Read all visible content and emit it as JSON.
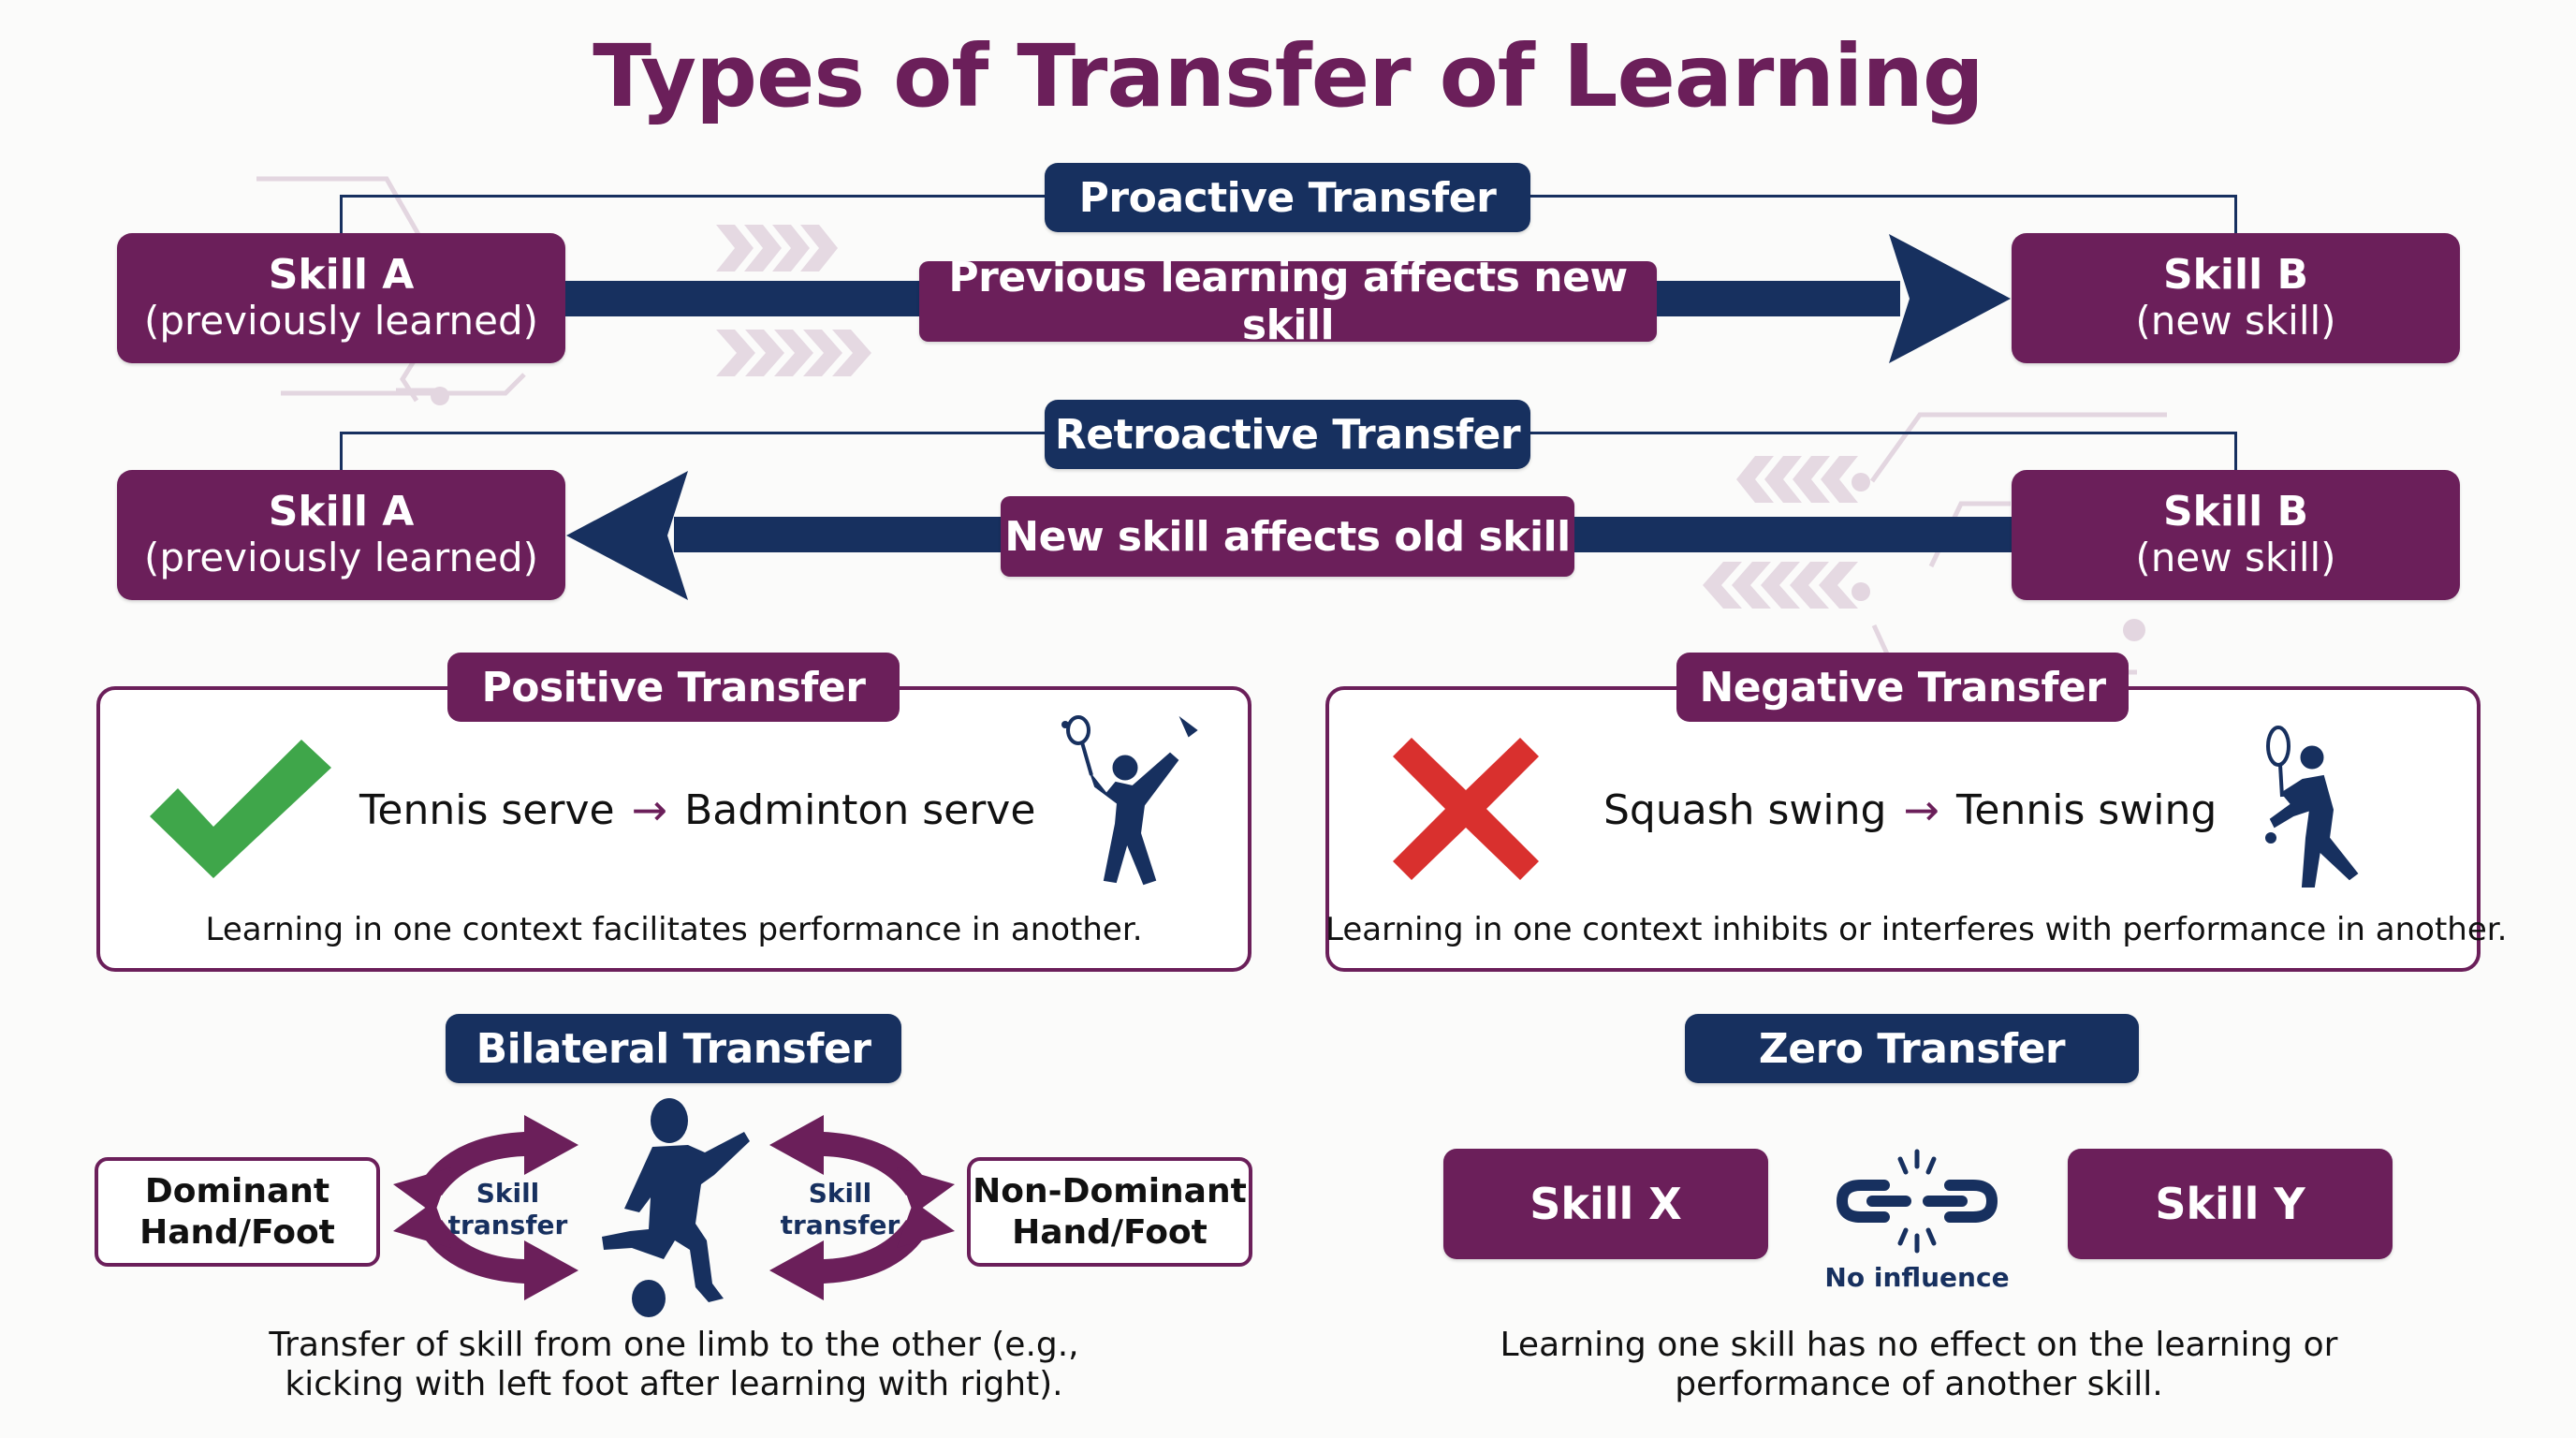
{
  "title": "Types of Transfer of Learning",
  "colors": {
    "plum": "#6b1f5a",
    "navy": "#17305f",
    "check_green": "#3fa64a",
    "cross_red": "#d9302e",
    "decor": "#e3d6e0"
  },
  "proactive": {
    "heading": "Proactive Transfer",
    "left_box": {
      "title": "Skill A",
      "subtitle": "(previously learned)"
    },
    "center_label": "Previous learning affects new skill",
    "right_box": {
      "title": "Skill B",
      "subtitle": "(new skill)"
    },
    "arrow_direction": "right"
  },
  "retroactive": {
    "heading": "Retroactive Transfer",
    "left_box": {
      "title": "Skill A",
      "subtitle": "(previously learned)"
    },
    "center_label": "New skill affects old skill",
    "right_box": {
      "title": "Skill B",
      "subtitle": "(new skill)"
    },
    "arrow_direction": "left"
  },
  "positive": {
    "heading": "Positive Transfer",
    "icon": "checkmark-icon",
    "from": "Tennis serve",
    "arrow": "→",
    "to": "Badminton serve",
    "figure_icon": "badminton-player-icon",
    "caption": "Learning in one context facilitates performance in another."
  },
  "negative": {
    "heading": "Negative Transfer",
    "icon": "cross-icon",
    "from": "Squash swing",
    "arrow": "→",
    "to": "Tennis swing",
    "figure_icon": "tennis-player-icon",
    "caption": "Learning in one context inhibits or interferes with performance in another."
  },
  "bilateral": {
    "heading": "Bilateral Transfer",
    "left_box": {
      "line1": "Dominant",
      "line2": "Hand/Foot"
    },
    "right_box": {
      "line1": "Non-Dominant",
      "line2": "Hand/Foot"
    },
    "left_arrow_label": {
      "line1": "Skill",
      "line2": "transfer"
    },
    "right_arrow_label": {
      "line1": "Skill",
      "line2": "transfer"
    },
    "figure_icon": "soccer-player-kicking-icon",
    "caption_line1": "Transfer of skill from one limb to the other (e.g.,",
    "caption_line2": "kicking with left foot after learning with right)."
  },
  "zero": {
    "heading": "Zero Transfer",
    "left_box": "Skill X",
    "right_box": "Skill Y",
    "link_icon": "broken-link-icon",
    "link_label": "No influence",
    "caption_line1": "Learning one skill has no effect on the learning or",
    "caption_line2": "performance of another skill."
  }
}
